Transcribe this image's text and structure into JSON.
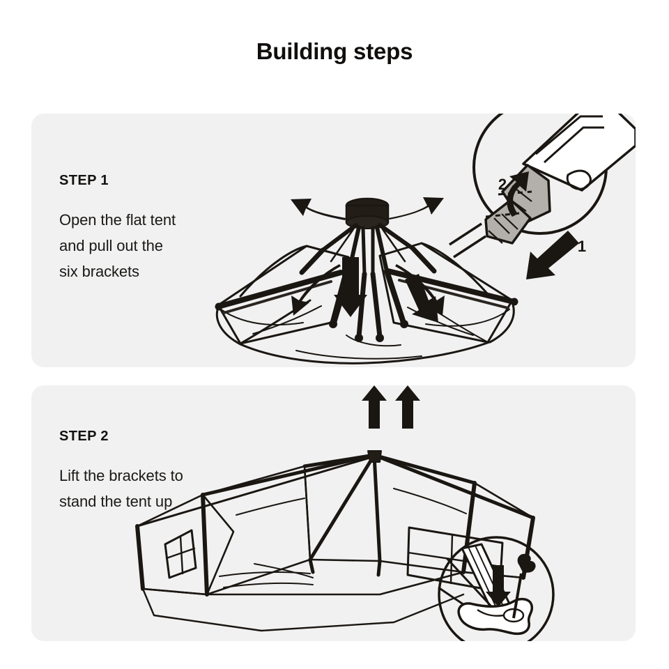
{
  "page": {
    "title": "Building steps",
    "background_color": "#ffffff",
    "card_background_color": "#f1f1f1",
    "ink_color": "#1a1612",
    "shade_color": "#b3b0ab"
  },
  "steps": [
    {
      "id": "step-1",
      "label": "STEP 1",
      "description": "Open the flat tent\nand pull out the\nsix brackets",
      "illustration": {
        "name": "flat-tent-open-brackets-illustration",
        "description": "Flat-laid hexagonal tent seen from above with central hub and six brackets spreading outward",
        "arrow_count": 6
      },
      "detail_callout": {
        "name": "bracket-clip-detail-callout",
        "description": "Close-up circle of the bracket clip mechanism",
        "markers": [
          {
            "number": "1",
            "motion": "pull-down"
          },
          {
            "number": "2",
            "motion": "lift-up"
          }
        ]
      }
    },
    {
      "id": "step-2",
      "label": "STEP 2",
      "description": "Lift the brackets to\nstand the tent up",
      "illustration": {
        "name": "standing-dome-tent-illustration",
        "description": "Erected hexagonal dome tent with two windows and two lifting arrows at the apex",
        "window_count": 2,
        "lift_arrow_count": 2
      },
      "detail_callout": {
        "name": "ground-stake-detail-callout",
        "description": "Close-up circle of a stake being pushed down through the foot plate",
        "markers": [
          {
            "number": "",
            "motion": "push-down"
          }
        ]
      }
    }
  ]
}
